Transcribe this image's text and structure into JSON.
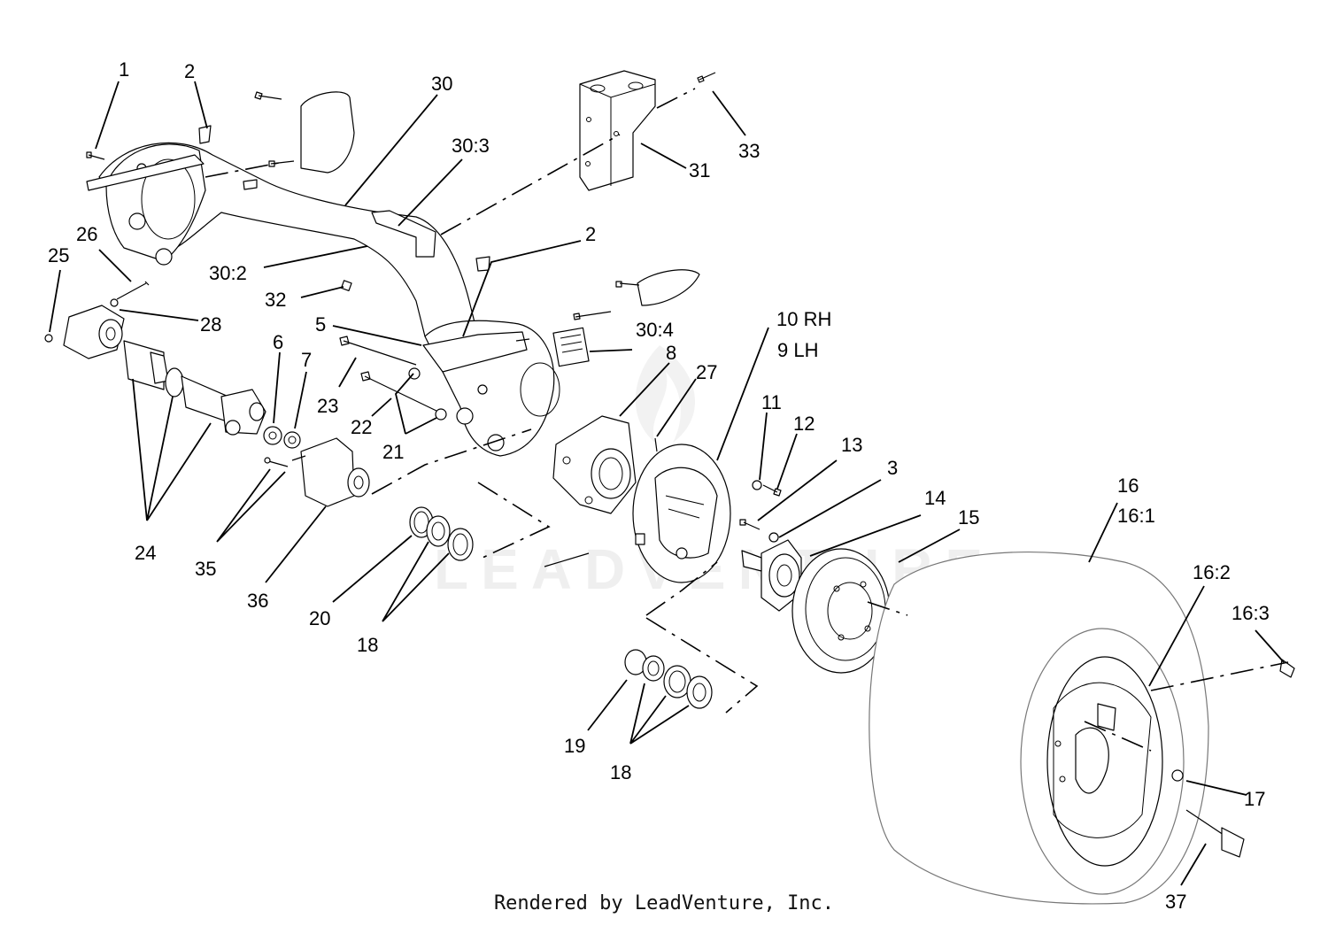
{
  "diagram": {
    "callouts": [
      {
        "id": "c1",
        "text": "1"
      },
      {
        "id": "c2a",
        "text": "2"
      },
      {
        "id": "c30",
        "text": "30"
      },
      {
        "id": "c30_3",
        "text": "30:3"
      },
      {
        "id": "c33",
        "text": "33"
      },
      {
        "id": "c31",
        "text": "31"
      },
      {
        "id": "c2b",
        "text": "2"
      },
      {
        "id": "c26",
        "text": "26"
      },
      {
        "id": "c25",
        "text": "25"
      },
      {
        "id": "c30_2",
        "text": "30:2"
      },
      {
        "id": "c32",
        "text": "32"
      },
      {
        "id": "c28",
        "text": "28"
      },
      {
        "id": "c5",
        "text": "5"
      },
      {
        "id": "c10rh",
        "text": "10 RH"
      },
      {
        "id": "c9lh",
        "text": "9  LH"
      },
      {
        "id": "c30_4",
        "text": "30:4"
      },
      {
        "id": "c6",
        "text": "6"
      },
      {
        "id": "c7",
        "text": "7"
      },
      {
        "id": "c8",
        "text": "8"
      },
      {
        "id": "c27",
        "text": "27"
      },
      {
        "id": "c23",
        "text": "23"
      },
      {
        "id": "c22",
        "text": "22"
      },
      {
        "id": "c21",
        "text": "21"
      },
      {
        "id": "c11",
        "text": "11"
      },
      {
        "id": "c12",
        "text": "12"
      },
      {
        "id": "c13",
        "text": "13"
      },
      {
        "id": "c3",
        "text": "3"
      },
      {
        "id": "c16",
        "text": "16"
      },
      {
        "id": "c16_1",
        "text": "16:1"
      },
      {
        "id": "c14",
        "text": "14"
      },
      {
        "id": "c15",
        "text": "15"
      },
      {
        "id": "c24",
        "text": "24"
      },
      {
        "id": "c35",
        "text": "35"
      },
      {
        "id": "c36",
        "text": "36"
      },
      {
        "id": "c20",
        "text": "20"
      },
      {
        "id": "c18a",
        "text": "18"
      },
      {
        "id": "c16_2",
        "text": "16:2"
      },
      {
        "id": "c16_3",
        "text": "16:3"
      },
      {
        "id": "c19",
        "text": "19"
      },
      {
        "id": "c18b",
        "text": "18"
      },
      {
        "id": "c17",
        "text": "17"
      },
      {
        "id": "c37",
        "text": "37"
      }
    ],
    "watermark": "LEADVENTURE",
    "credit": "Rendered by LeadVenture, Inc."
  }
}
